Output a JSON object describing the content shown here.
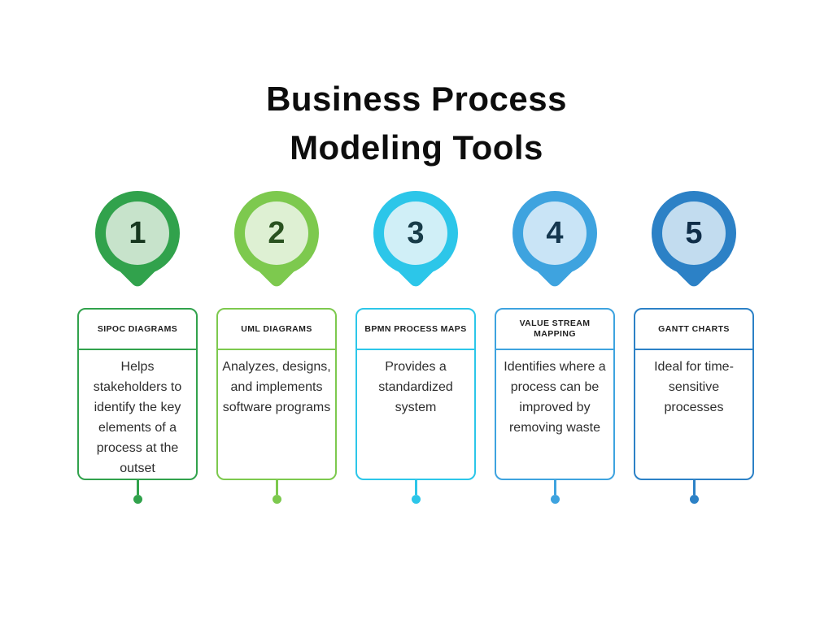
{
  "title": {
    "line1": "Business Process",
    "line2": "Modeling Tools"
  },
  "items": [
    {
      "number": "1",
      "heading": "SIPOC DIAGRAMS",
      "description": "Helps stakeholders to identify the key elements of a process at the outset",
      "accent": "#31a24c",
      "inner": "#c7e3cb",
      "number_color": "#17371f"
    },
    {
      "number": "2",
      "heading": "UML DIAGRAMS",
      "description": "Analyzes, designs, and implements software programs",
      "accent": "#7dc94e",
      "inner": "#def0d3",
      "number_color": "#2a5220"
    },
    {
      "number": "3",
      "heading": "BPMN PROCESS MAPS",
      "description": "Provides a standardized system",
      "accent": "#2cc6e9",
      "inner": "#d0eff7",
      "number_color": "#183c49"
    },
    {
      "number": "4",
      "heading": "VALUE STREAM MAPPING",
      "description": "Identifies where a process can be improved by removing waste",
      "accent": "#3ea3df",
      "inner": "#c9e4f6",
      "number_color": "#15374f"
    },
    {
      "number": "5",
      "heading": "GANTT CHARTS",
      "description": "Ideal for time-sensitive processes",
      "accent": "#2c81c6",
      "inner": "#c2dcef",
      "number_color": "#102e49"
    }
  ]
}
